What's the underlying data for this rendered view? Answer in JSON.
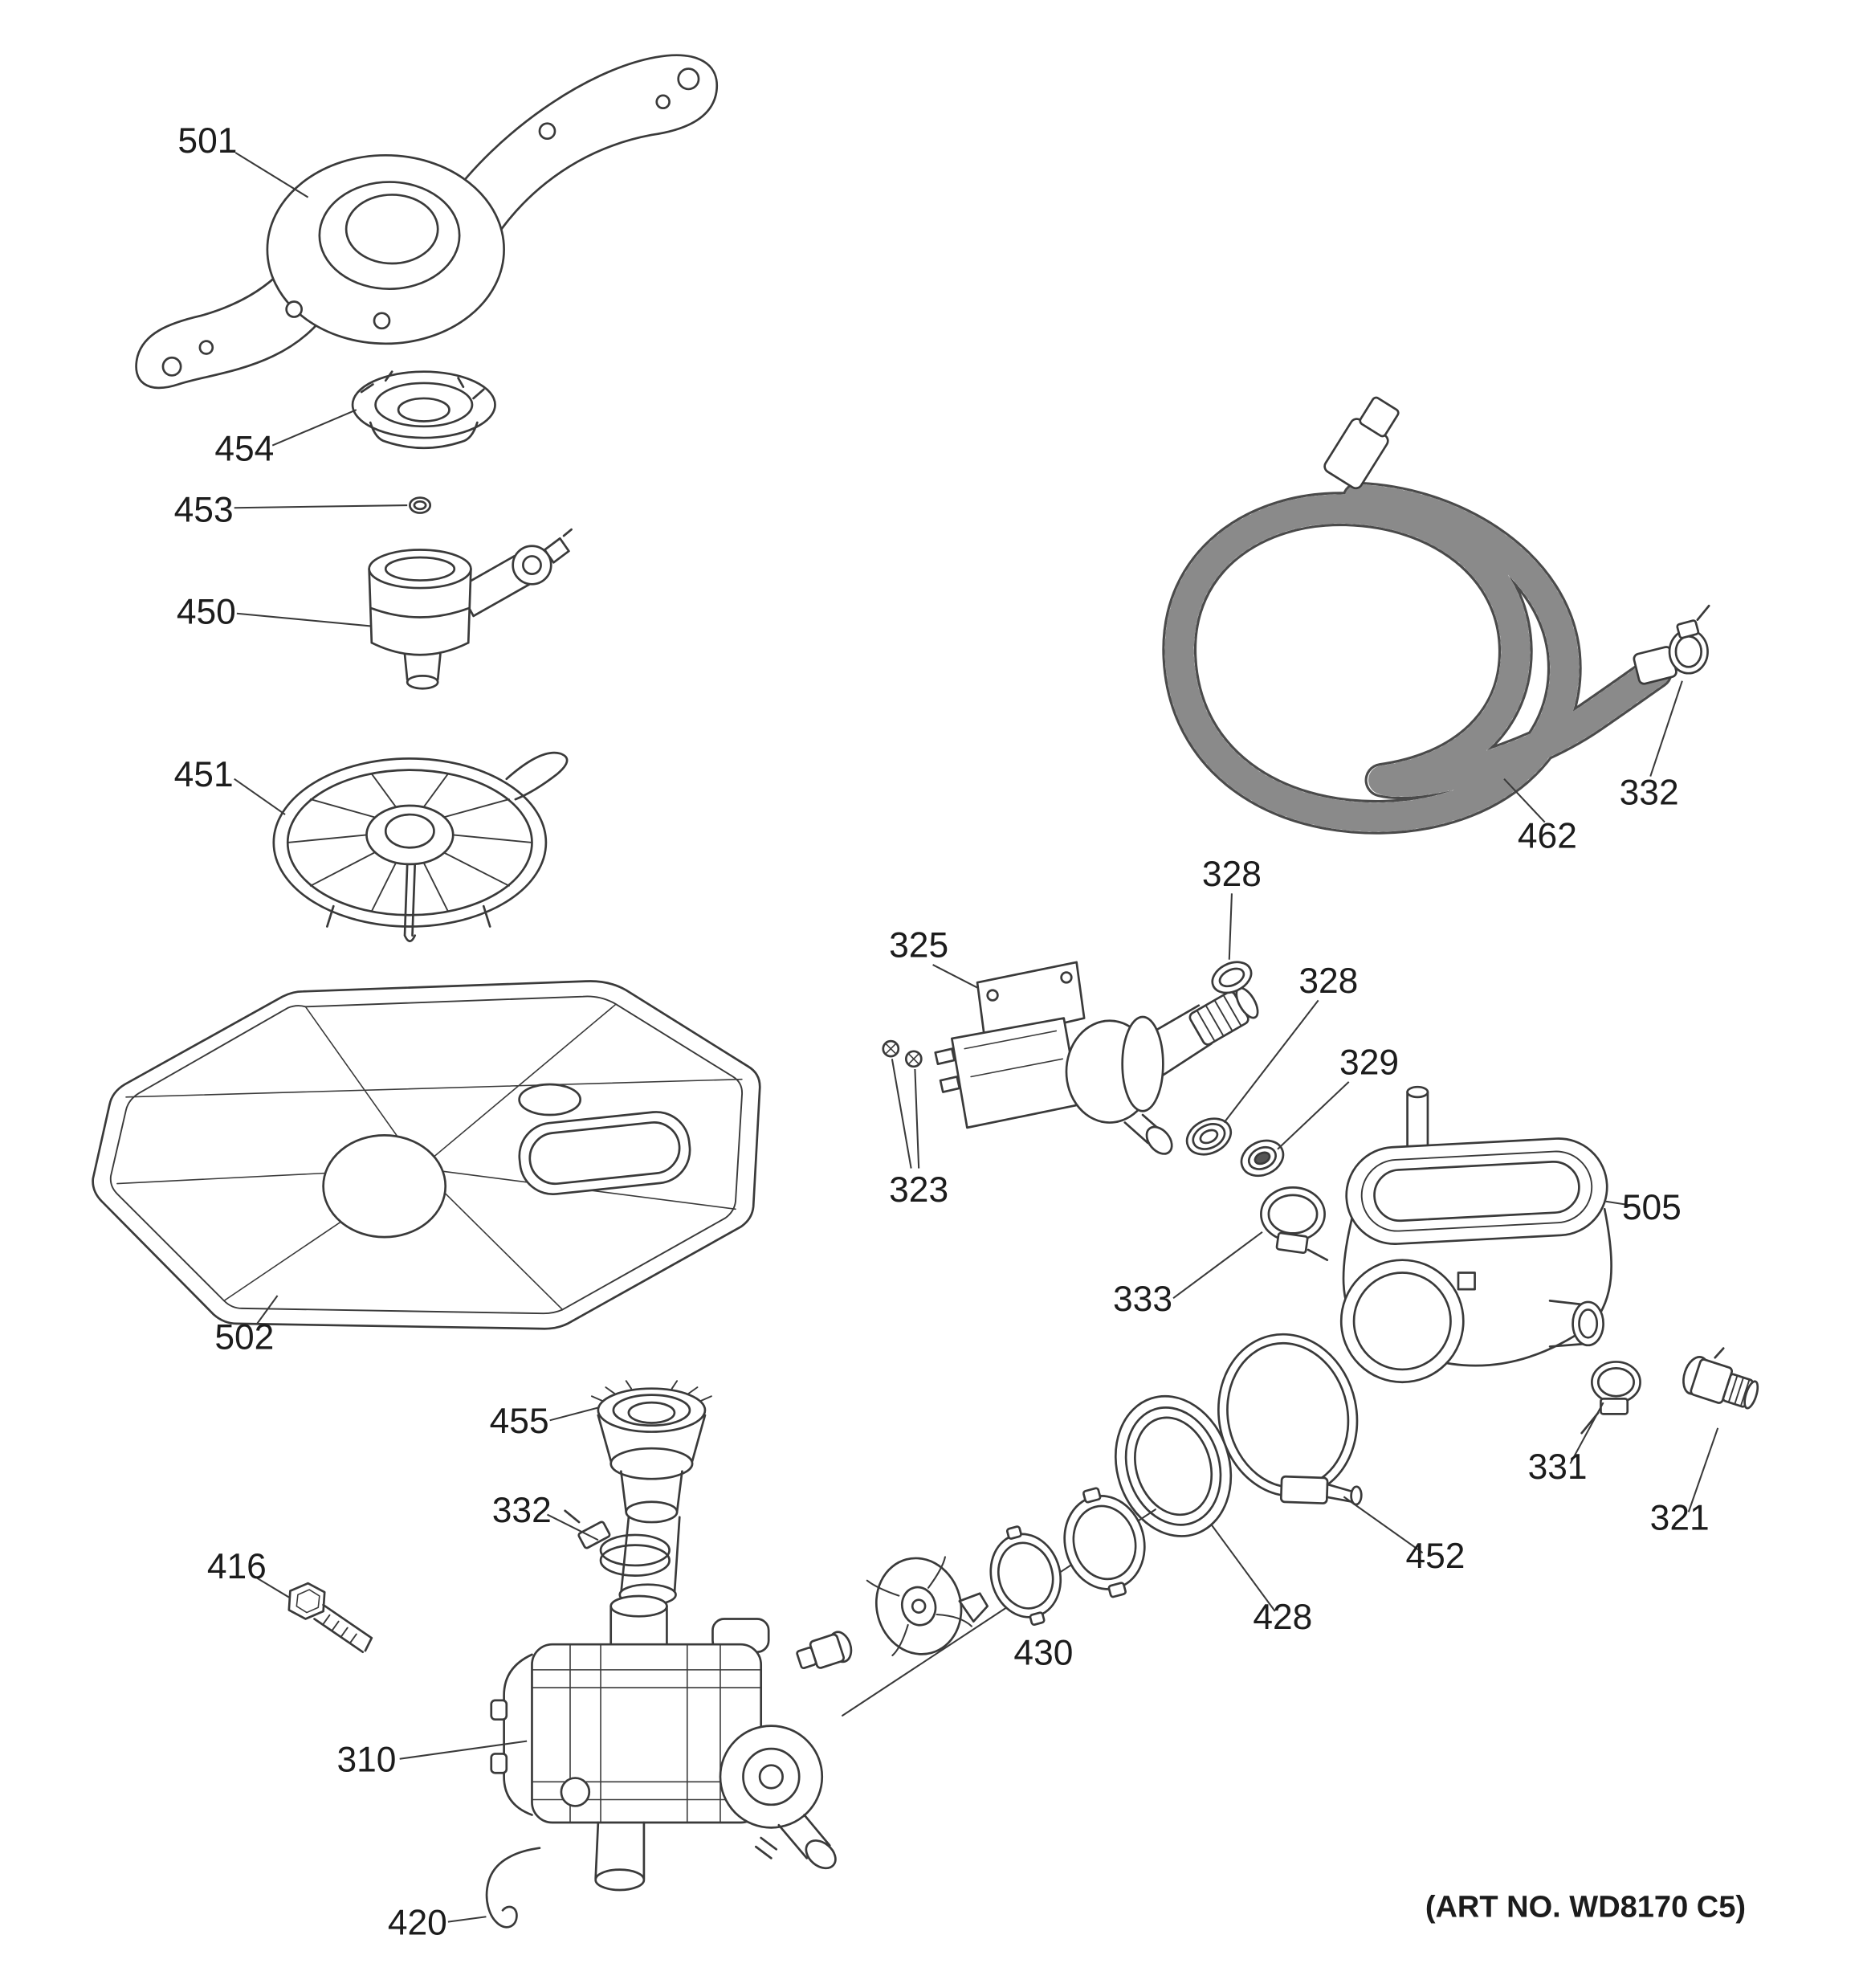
{
  "diagram": {
    "art_no": "(ART NO. WD8170 C5)",
    "callouts": {
      "c501": "501",
      "c454": "454",
      "c453": "453",
      "c450": "450",
      "c451": "451",
      "c502": "502",
      "c455": "455",
      "c332a": "332",
      "c416": "416",
      "c310": "310",
      "c420": "420",
      "c462": "462",
      "c332b": "332",
      "c325": "325",
      "c328a": "328",
      "c328b": "328",
      "c329": "329",
      "c323": "323",
      "c333": "333",
      "c505": "505",
      "c331": "331",
      "c321": "321",
      "c452": "452",
      "c428": "428",
      "c430": "430"
    }
  }
}
